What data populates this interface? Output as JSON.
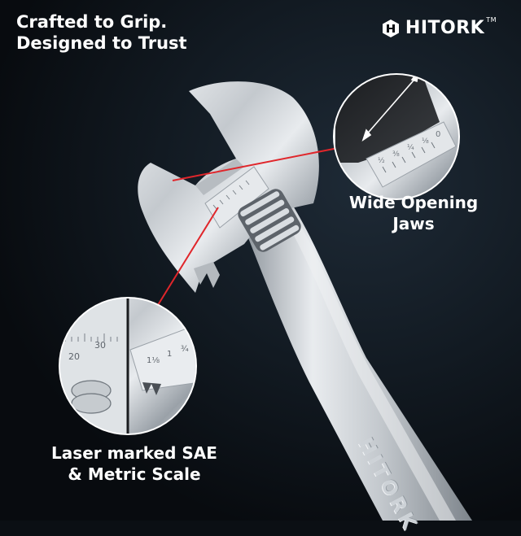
{
  "headline": {
    "line1": "Crafted to Grip.",
    "line2": "Designed to Trust"
  },
  "brand": {
    "name": "HITORK",
    "trademark": "TM"
  },
  "callouts": {
    "jaws": {
      "line1": "Wide Opening",
      "line2": "Jaws"
    },
    "scale": {
      "line1": "Laser marked SAE",
      "line2": "& Metric Scale"
    }
  },
  "handle_engraving": "HITORK",
  "scale_marks": {
    "sae": [
      "0",
      "⅛",
      "¼",
      "⅜",
      "½"
    ],
    "metric": [
      "20",
      "30"
    ],
    "zoom_sae": [
      "1⅛",
      "1",
      "¾"
    ]
  },
  "colors": {
    "background": "#0b0f14",
    "chrome": "#c9ced3",
    "accent_line": "#e0262b",
    "text": "#ffffff"
  },
  "icons": [
    "hitork-logo-icon",
    "double-arrow-icon"
  ]
}
